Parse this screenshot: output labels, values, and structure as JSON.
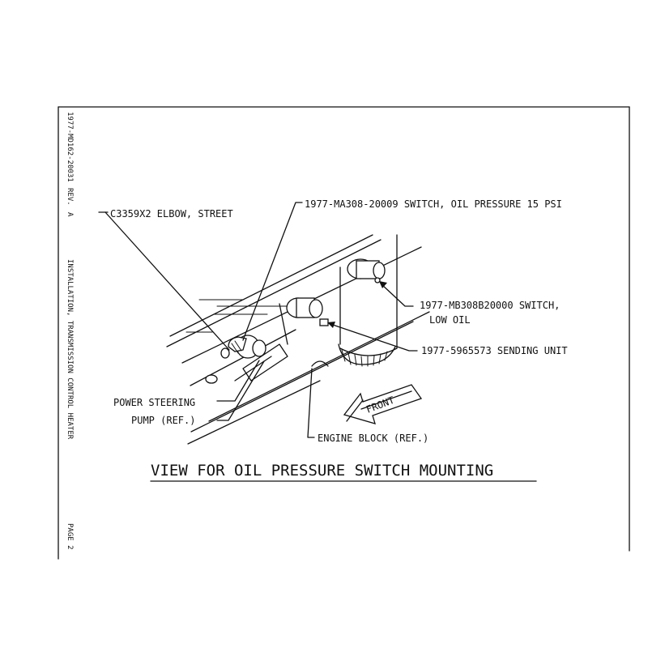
{
  "sheet": {
    "doc_number": "1977-MD162-20031",
    "rev_label": "REV.",
    "rev_value": "A",
    "sheet_title": "INSTALLATION, TRANSMISSION CONTROL HEATER",
    "page_label": "PAGE 2"
  },
  "diagram": {
    "title": "VIEW FOR OIL PRESSURE SWITCH MOUNTING",
    "front_label": "FRONT",
    "callouts": {
      "elbow": "C3359X2 ELBOW, STREET",
      "switch_15psi": "1977-MA308-20009 SWITCH, OIL PRESSURE 15 PSI",
      "low_oil_line1": "1977-MB308B20000 SWITCH,",
      "low_oil_line2": "LOW OIL",
      "sending_unit": "1977-5965573 SENDING UNIT",
      "power_steering_line1": "POWER STEERING",
      "power_steering_line2": "PUMP (REF.)",
      "engine_block": "ENGINE BLOCK (REF.)"
    }
  }
}
